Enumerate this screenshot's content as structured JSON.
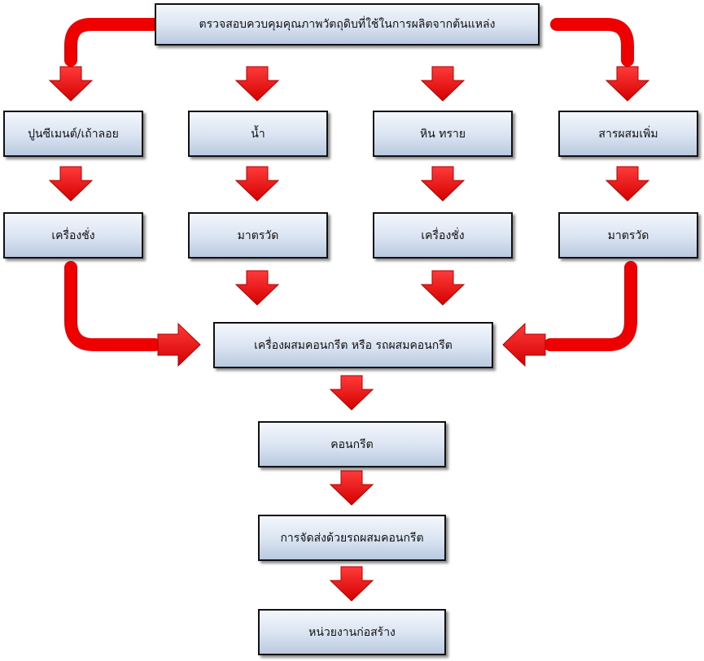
{
  "diagram": {
    "colors": {
      "arrow": "#ee0000",
      "box_border": "#111111",
      "box_fill_top": "#f4f7fc",
      "box_fill_bottom": "#b9c9e0"
    },
    "nodes": {
      "source": {
        "label": "ตรวจสอบควบคุมคุณภาพวัตถุดิบที่ใช้ในการผลิตจากต้นแหล่ง"
      },
      "cement": {
        "label": "ปูนซีเมนต์/เถ้าลอย"
      },
      "water": {
        "label": "น้ำ"
      },
      "rock_sand": {
        "label": "หิน  ทราย"
      },
      "admixture": {
        "label": "สารผสมเพิ่ม"
      },
      "scale_1": {
        "label": "เครื่องชั่ง"
      },
      "meter_1": {
        "label": "มาตรวัด"
      },
      "scale_2": {
        "label": "เครื่องชั่ง"
      },
      "meter_2": {
        "label": "มาตรวัด"
      },
      "mixer": {
        "label": "เครื่องผสมคอนกรีต หรือ รถผสมคอนกรีต"
      },
      "concrete": {
        "label": "คอนกรีต"
      },
      "delivery": {
        "label": "การจัดส่งด้วยรถผสมคอนกรีต"
      },
      "site": {
        "label": "หน่วยงานก่อสร้าง"
      }
    }
  }
}
